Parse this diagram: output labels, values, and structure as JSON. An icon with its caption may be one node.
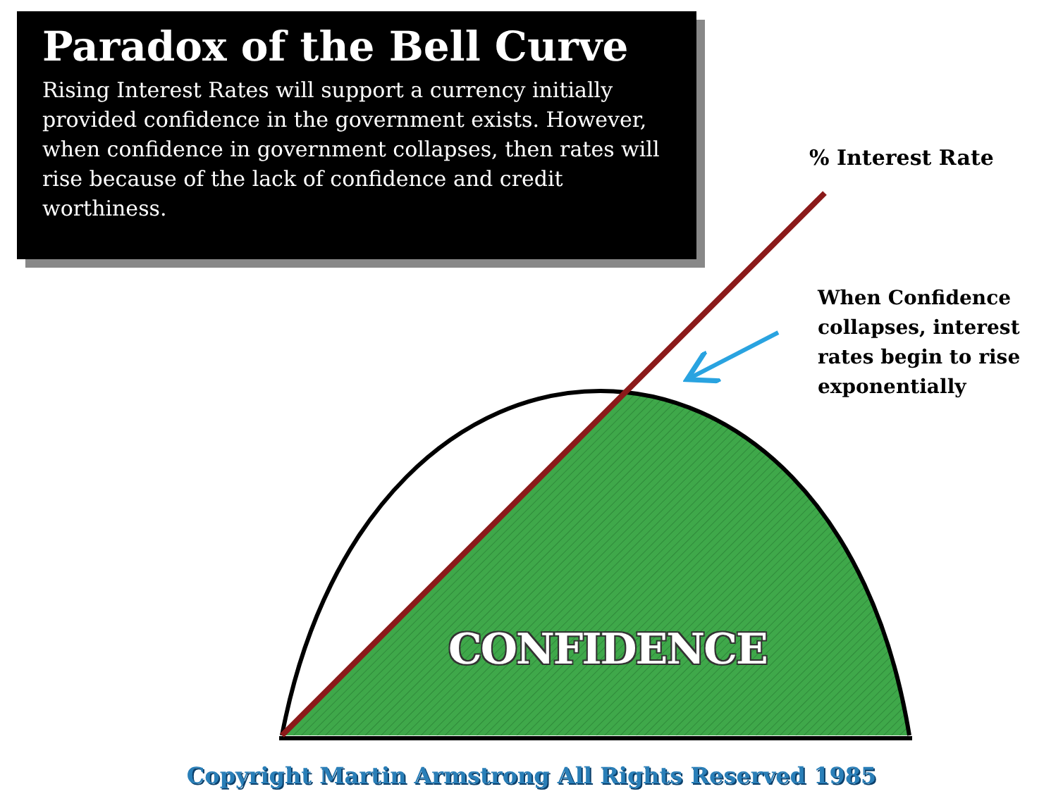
{
  "diagram": {
    "nodes": [
      {
        "text": [
          "Paradox of the Bell Curve",
          "Rising Interest Rates will support a currency initially provided confidence in the government exists. However, when confidence in government collapses, then rates will rise because of the lack of confidence and credit worthiness."
        ]
      },
      {
        "text": [
          "When Confidence collapses, interest rates begin to rise exponentially"
        ]
      },
      {
        "text": [
          "CONFIDENCE"
        ]
      }
    ],
    "edges": [
      {
        "from": 1,
        "to": 2,
        "arrow": "to",
        "color": "#29a3e0"
      }
    ],
    "labels": [
      "% Interest Rate",
      "Copyright Martin Armstrong All Rights Reserved 1985"
    ]
  }
}
